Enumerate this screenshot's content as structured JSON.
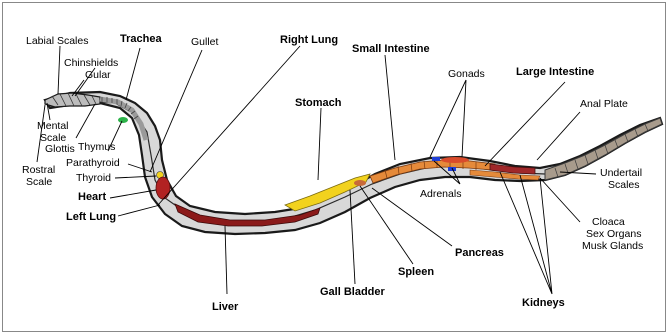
{
  "labels": {
    "labial_scales": "Labial Scales",
    "trachea": "Trachea",
    "gullet": "Gullet",
    "right_lung": "Right Lung",
    "small_intestine": "Small Intestine",
    "gonads": "Gonads",
    "large_intestine": "Large Intestine",
    "anal_plate": "Anal Plate",
    "chinshields": "Chinshields",
    "gular": "Gular",
    "mental_scale_1": "Mental",
    "mental_scale_2": "Scale",
    "glottis": "Glottis",
    "thymus": "Thymus",
    "parathyroid": "Parathyroid",
    "thyroid": "Thyroid",
    "rostral_scale_1": "Rostral",
    "rostral_scale_2": "Scale",
    "heart": "Heart",
    "left_lung": "Left Lung",
    "stomach": "Stomach",
    "adrenals": "Adrenals",
    "undertail_scales_1": "Undertail",
    "undertail_scales_2": "Scales",
    "cloaca": "Cloaca",
    "sex_organs": "Sex Organs",
    "musk_glands": "Musk Glands",
    "pancreas": "Pancreas",
    "spleen": "Spleen",
    "gall_bladder": "Gall Bladder",
    "liver": "Liver",
    "kidneys": "Kidneys"
  },
  "colors": {
    "body_outline": "#1a1a1a",
    "body_fill": "#d8d8d8",
    "trachea": "#c8c8c8",
    "thymus": "#2db34a",
    "heart": "#b22222",
    "liver": "#8b1a1a",
    "stomach": "#f2d21e",
    "intestine": "#e58a3a",
    "gonads": "#d94b2b",
    "adrenals": "#1f3fd6",
    "kidneys": "#a0282a",
    "tail_scales": "#a89b8c"
  }
}
